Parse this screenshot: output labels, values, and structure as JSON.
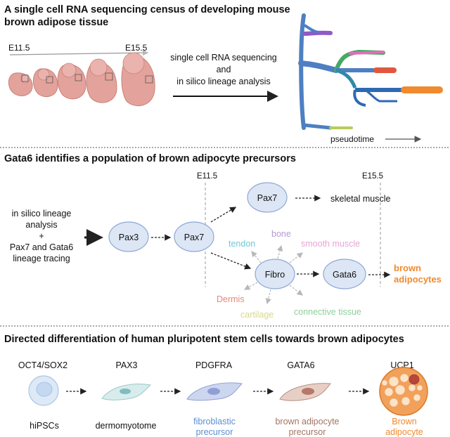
{
  "panel_a": {
    "title_line1": "A single cell RNA sequencing census of developing mouse",
    "title_line2": "brown adipose tissue",
    "stage_start": "E11.5",
    "stage_end": "E15.5",
    "method_line1": "single cell RNA sequencing",
    "method_line2": "and",
    "method_line3": "in silico lineage analysis",
    "pseudotime_label": "pseudotime"
  },
  "panel_b": {
    "title": "Gata6 identifies a population of brown adipocyte precursors",
    "stage_start": "E11.5",
    "stage_end": "E15.5",
    "method_line1": "in silico lineage",
    "method_line2": "analysis",
    "method_line3": "+",
    "method_line4": "Pax7 and Gata6",
    "method_line5": "lineage tracing",
    "node_pax3": "Pax3",
    "node_pax7_a": "Pax7",
    "node_pax7_b": "Pax7",
    "node_fibro": "Fibro",
    "node_gata6": "Gata6",
    "out_skeletal_muscle": "skeletal muscle",
    "out_brown_line1": "brown",
    "out_brown_line2": "adipocytes",
    "fate_tendon": "tendon",
    "fate_bone": "bone",
    "fate_smooth_muscle": "smooth muscle",
    "fate_dermis": "Dermis",
    "fate_cartilage": "cartilage",
    "fate_connective": "connective tissue"
  },
  "panel_c": {
    "title": "Directed differentiation of human pluripotent stem cells towards brown adipocytes",
    "markers": [
      "OCT4/SOX2",
      "PAX3",
      "PDGFRA",
      "GATA6",
      "UCP1"
    ],
    "cells": [
      {
        "line1": "hiPSCs",
        "line2": ""
      },
      {
        "line1": "dermomyotome",
        "line2": ""
      },
      {
        "line1": "fibroblastic",
        "line2": "precursor"
      },
      {
        "line1": "brown adipocyte",
        "line2": "precursor"
      },
      {
        "line1": "Brown",
        "line2": "adipocyte"
      }
    ]
  },
  "colors": {
    "node_fill": "#dde6f5",
    "node_stroke": "#8fa8d6",
    "tendon": "#6ec9d6",
    "bone": "#b39ad6",
    "smooth_muscle": "#e6a6d6",
    "dermis": "#e5877c",
    "cartilage": "#d9d98a",
    "connective": "#8fcf9a",
    "brown_adipocyte": "#f08a2e",
    "fibroblastic": "#5b8fcf",
    "brown_precursor": "#a27462",
    "embryo": "#e3a39c"
  }
}
